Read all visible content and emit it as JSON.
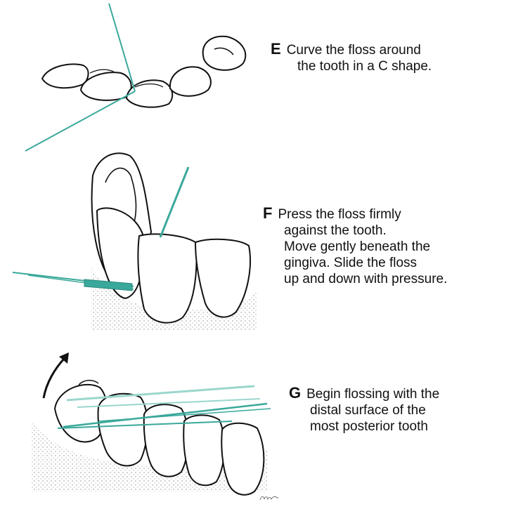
{
  "steps": [
    {
      "letter": "E",
      "lines": [
        "Curve the floss around",
        "the tooth in a C shape."
      ]
    },
    {
      "letter": "F",
      "lines": [
        "Press the floss firmly",
        "against the tooth.",
        "Move gently beneath the",
        "gingiva. Slide the floss",
        "up and down with pressure."
      ]
    },
    {
      "letter": "G",
      "lines": [
        "Begin flossing with the",
        "distal surface of the",
        "most posterior tooth"
      ]
    }
  ],
  "colors": {
    "floss": "#3aa89a",
    "floss_light": "#9ad6cc",
    "outline": "#111111",
    "stipple": "#8a8a8a"
  },
  "illustrations": [
    {
      "icon": "tooth-arch-floss-c-shape-illustration"
    },
    {
      "icon": "tooth-gingiva-floss-press-illustration"
    },
    {
      "icon": "posterior-teeth-floss-illustration"
    }
  ]
}
